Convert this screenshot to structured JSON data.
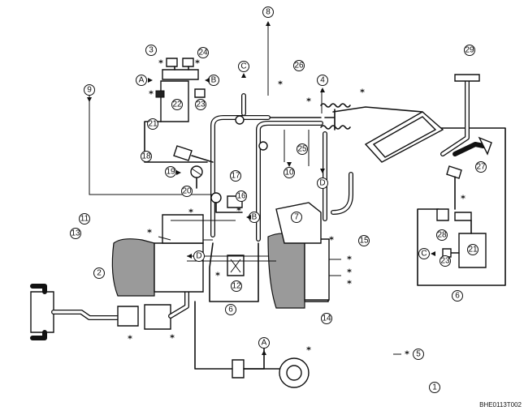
{
  "figure_code": "BHE0113T002",
  "legend": {
    "symbol": "*",
    "number": "5"
  },
  "callouts": [
    "1",
    "2",
    "3",
    "4",
    "6",
    "6",
    "7",
    "8",
    "9",
    "10",
    "11",
    "12",
    "13",
    "14",
    "15",
    "16",
    "17",
    "18",
    "19",
    "20",
    "21",
    "21",
    "22",
    "23",
    "23",
    "24",
    "25",
    "26",
    "27",
    "28",
    "29"
  ],
  "letters": [
    "A",
    "A",
    "B",
    "B",
    "C",
    "C",
    "D",
    "D"
  ],
  "marker_symbol": "*"
}
